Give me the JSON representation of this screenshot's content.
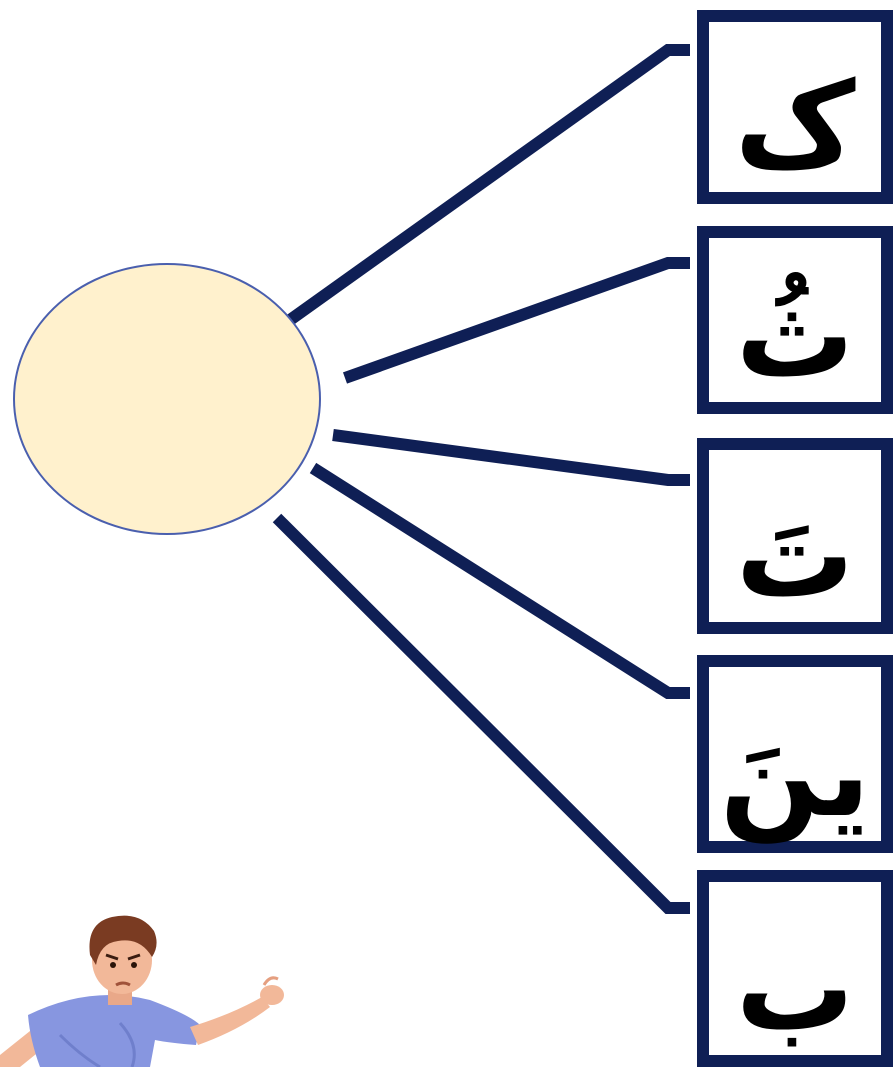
{
  "colors": {
    "line": "#0f1f55",
    "box_border": "#0f1f55",
    "ellipse_fill": "#fff1cd",
    "ellipse_border": "#4a5fae"
  },
  "center_answer": "",
  "letters": [
    {
      "text": "ک"
    },
    {
      "text": "ثُ"
    },
    {
      "text": "تَ"
    },
    {
      "text": "ينَ"
    },
    {
      "text": "ب"
    }
  ],
  "illustration": {
    "icon": "throwing-boy-illustration"
  }
}
